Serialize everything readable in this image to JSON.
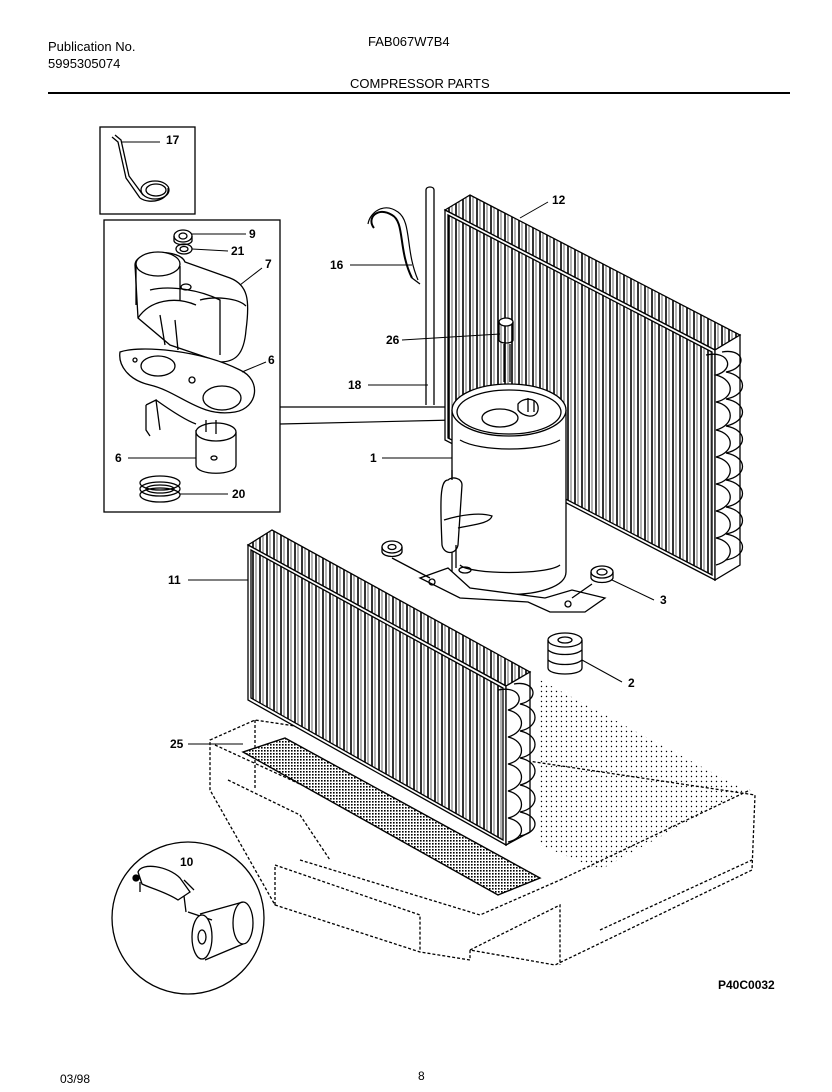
{
  "header": {
    "publication_label": "Publication No.",
    "publication_number": "5995305074",
    "model": "FAB067W7B4",
    "section_title": "COMPRESSOR PARTS"
  },
  "diagram": {
    "drawing_code": "P40C0032",
    "callouts": {
      "c17": "17",
      "c9": "9",
      "c21": "21",
      "c7": "7",
      "c6a": "6",
      "c6b": "6",
      "c20": "20",
      "c12": "12",
      "c16": "16",
      "c26": "26",
      "c18": "18",
      "c1": "1",
      "c11": "11",
      "c3": "3",
      "c2": "2",
      "c25": "25",
      "c10": "10"
    }
  },
  "footer": {
    "date": "03/98",
    "page": "8"
  }
}
